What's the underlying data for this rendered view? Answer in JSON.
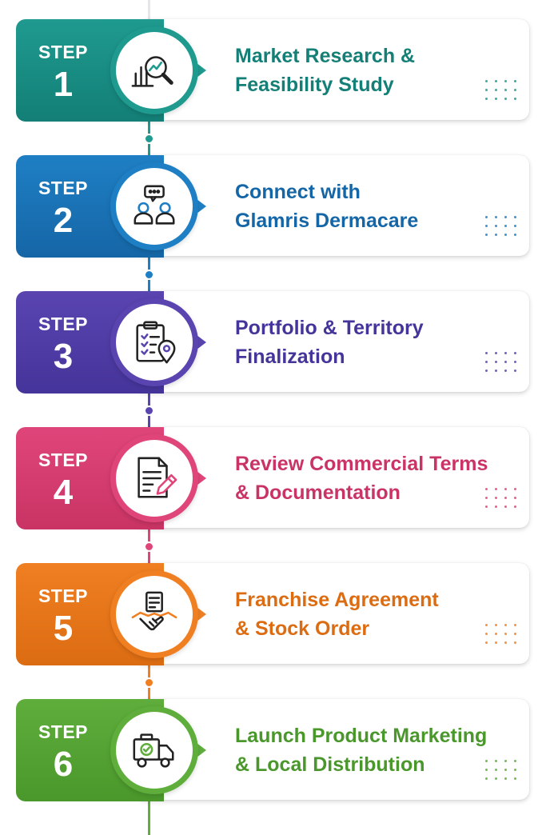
{
  "steps": [
    {
      "word": "STEP",
      "number": "1",
      "title_line1": "Market Research &",
      "title_line2": "Feasibility Study",
      "color": "#1f9a8f",
      "color_dark": "#137f76",
      "icon": "research-chart-icon"
    },
    {
      "word": "STEP",
      "number": "2",
      "title_line1": "Connect with",
      "title_line2": "Glamris Dermacare",
      "color": "#1f7fc4",
      "color_dark": "#1566a6",
      "icon": "people-chat-icon"
    },
    {
      "word": "STEP",
      "number": "3",
      "title_line1": "Portfolio & Territory",
      "title_line2": "Finalization",
      "color": "#5a45b0",
      "color_dark": "#45349a",
      "icon": "clipboard-location-icon"
    },
    {
      "word": "STEP",
      "number": "4",
      "title_line1": "Review Commercial Terms",
      "title_line2": "& Documentation",
      "color": "#e0457a",
      "color_dark": "#c93464",
      "icon": "document-pen-icon"
    },
    {
      "word": "STEP",
      "number": "5",
      "title_line1": "Franchise Agreement",
      "title_line2": "& Stock Order",
      "color": "#f07f22",
      "color_dark": "#dc6c12",
      "icon": "handshake-document-icon"
    },
    {
      "word": "STEP",
      "number": "6",
      "title_line1": "Launch Product Marketing",
      "title_line2": "& Local Distribution",
      "color": "#5fae3c",
      "color_dark": "#4a972b",
      "icon": "delivery-truck-icon"
    }
  ]
}
